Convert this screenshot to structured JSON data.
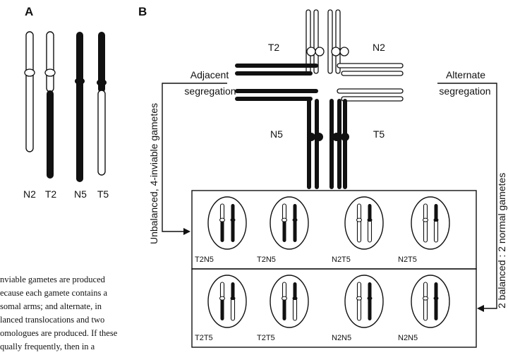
{
  "panel_a": {
    "letter": "A",
    "chromosomes": [
      {
        "label": "N2",
        "pattern": "white"
      },
      {
        "label": "T2",
        "pattern": "white-black"
      },
      {
        "label": "N5",
        "pattern": "black"
      },
      {
        "label": "T5",
        "pattern": "black-white"
      }
    ]
  },
  "panel_b": {
    "letter": "B",
    "cross_labels": {
      "top_left": "T2",
      "top_right": "N2",
      "bottom_left": "N5",
      "bottom_right": "T5"
    },
    "adjacent": {
      "line1": "Adjacent",
      "line2": "segregation"
    },
    "alternate": {
      "line1": "Alternate",
      "line2": "segregation"
    },
    "left_vertical": "Unbalanced, 4-inviable gametes",
    "right_vertical": "2 balanced : 2 normal gametes",
    "gametes_row1": [
      {
        "label": "T2N5",
        "left": "white-black",
        "right": "black"
      },
      {
        "label": "T2N5",
        "left": "white-black",
        "right": "black"
      },
      {
        "label": "N2T5",
        "left": "white",
        "right": "black-white"
      },
      {
        "label": "N2T5",
        "left": "white",
        "right": "black-white"
      }
    ],
    "gametes_row2": [
      {
        "label": "T2T5",
        "left": "white-black",
        "right": "black-white"
      },
      {
        "label": "T2T5",
        "left": "white-black",
        "right": "black-white"
      },
      {
        "label": "N2N5",
        "left": "white",
        "right": "black"
      },
      {
        "label": "N2N5",
        "left": "white",
        "right": "black"
      }
    ]
  },
  "caption_lines": [
    "nviable gametes are produced",
    "ecause each gamete contains a",
    "somal arms; and alternate, in",
    "lanced translocations and two",
    "omologues are produced. If these",
    "qually frequently, then in a"
  ],
  "colors": {
    "ink": "#111111",
    "paper": "#ffffff"
  }
}
